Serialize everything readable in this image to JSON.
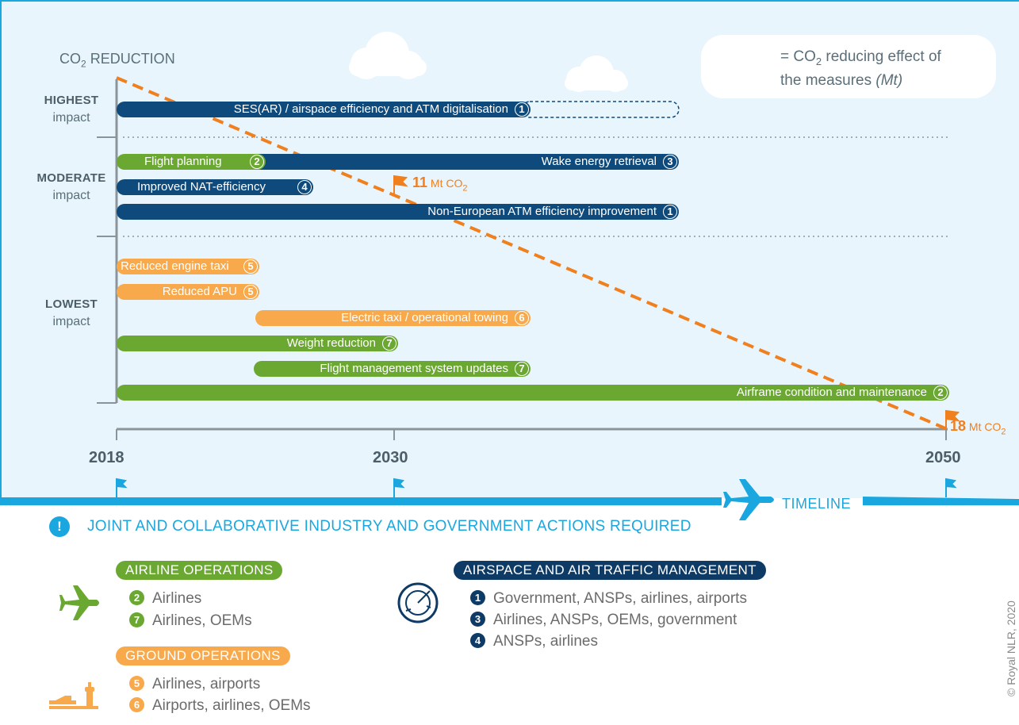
{
  "header": {
    "axis_title_pre": "CO",
    "axis_title_sub": "2",
    "axis_title_post": " REDUCTION",
    "legend_pre": "= CO",
    "legend_sub": "2",
    "legend_post": " reducing effect of",
    "legend_line2": "the measures ",
    "legend_unit": "(Mt)"
  },
  "impact_levels": [
    {
      "strong": "HIGHEST",
      "sub": "impact"
    },
    {
      "strong": "MODERATE",
      "sub": "impact"
    },
    {
      "strong": "LOWEST",
      "sub": "impact"
    }
  ],
  "measures": [
    {
      "label": "SES(AR) / airspace efficiency and ATM digitalisation",
      "num": "1",
      "color": "#0e4a7c"
    },
    {
      "label": "Flight planning",
      "num": "2",
      "color": "#6aa832"
    },
    {
      "label": "Wake energy retrieval",
      "num": "3",
      "color": "#0e4a7c"
    },
    {
      "label": "Improved NAT-efficiency",
      "num": "4",
      "color": "#0e4a7c"
    },
    {
      "label": "Non-European ATM efficiency improvement",
      "num": "1",
      "color": "#0e4a7c"
    },
    {
      "label": "Reduced engine taxi",
      "num": "5",
      "color": "#f7a94b"
    },
    {
      "label": "Reduced APU",
      "num": "5",
      "color": "#f7a94b"
    },
    {
      "label": "Electric taxi /  operational towing",
      "num": "6",
      "color": "#f7a94b"
    },
    {
      "label": "Weight reduction",
      "num": "7",
      "color": "#6aa832"
    },
    {
      "label": "Flight management system updates",
      "num": "7",
      "color": "#6aa832"
    },
    {
      "label": "Airframe condition and maintenance",
      "num": "2",
      "color": "#6aa832"
    }
  ],
  "timeline": {
    "years": [
      "2018",
      "2030",
      "2050"
    ],
    "label": "TIMELINE",
    "flag_2030_value": "11",
    "flag_2030_unit": " Mt CO",
    "flag_2030_sub": "2",
    "flag_2050_value": "18",
    "flag_2050_unit": " Mt CO",
    "flag_2050_sub": "2"
  },
  "actions": {
    "alert": "!",
    "title": "JOINT AND COLLABORATIVE INDUSTRY AND GOVERNMENT ACTIONS REQUIRED"
  },
  "airline_ops": {
    "title": "AIRLINE OPERATIONS",
    "items": [
      {
        "num": "2",
        "text": "Airlines"
      },
      {
        "num": "7",
        "text": "Airlines, OEMs"
      }
    ]
  },
  "ground_ops": {
    "title": "GROUND OPERATIONS",
    "items": [
      {
        "num": "5",
        "text": "Airlines, airports"
      },
      {
        "num": "6",
        "text": "Airports, airlines, OEMs"
      }
    ]
  },
  "atm": {
    "title": "AIRSPACE AND AIR TRAFFIC MANAGEMENT",
    "items": [
      {
        "num": "1",
        "text": "Government, ANSPs, airlines, airports"
      },
      {
        "num": "3",
        "text": "Airlines, ANSPs, OEMs, government"
      },
      {
        "num": "4",
        "text": "ANSPs, airlines"
      }
    ]
  },
  "copyright": "© Royal NLR, 2020",
  "colors": {
    "navy": "#0e4a7c",
    "green": "#6aa832",
    "orange": "#f7a94b",
    "dash": "#f07f1e",
    "timeline": "#1aa7e0"
  }
}
